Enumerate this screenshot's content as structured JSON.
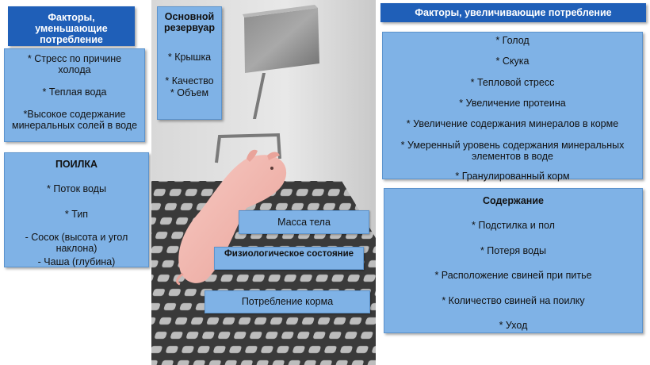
{
  "left": {
    "header": "Факторы, уменьшающие потребление",
    "reduce_items": [
      "* Стресс по причине холода",
      "* Теплая вода",
      "*Высокое содержание минеральных солей в воде"
    ],
    "drinker": {
      "title": "ПОИЛКА",
      "items": [
        "* Поток воды",
        "* Тип",
        "- Сосок (высота и угол наклона)",
        "- Чаша (глубина)"
      ]
    }
  },
  "center": {
    "reservoir": {
      "title": "Основной резервуар",
      "items": [
        "* Крышка",
        "* Качество",
        "* Объем"
      ]
    },
    "labels": {
      "body_mass": "Масса тела",
      "physio_state": "Физиологическое состояние",
      "feed_intake": "Потребление корма"
    }
  },
  "right": {
    "header": "Факторы, увеличивающие потребление",
    "increase_items": [
      "* Голод",
      "* Скука",
      "* Тепловой стресс",
      "* Увеличение протеина",
      "* Увеличение содержания минералов в корме",
      "* Умеренный уровень содержания минеральных элементов в воде",
      "* Гранулированный корм"
    ],
    "housing": {
      "title": "Содержание",
      "items": [
        "* Подстилка и пол",
        "* Потеря воды",
        "* Расположение свиней при питье",
        "* Количество свиней на поилку",
        "* Уход"
      ]
    }
  },
  "colors": {
    "header_blue": "#1f5fb8",
    "box_blue": "#7fb2e6",
    "floor_dark": "#3a3a3a",
    "pig_pink": "#f4b8b0"
  }
}
